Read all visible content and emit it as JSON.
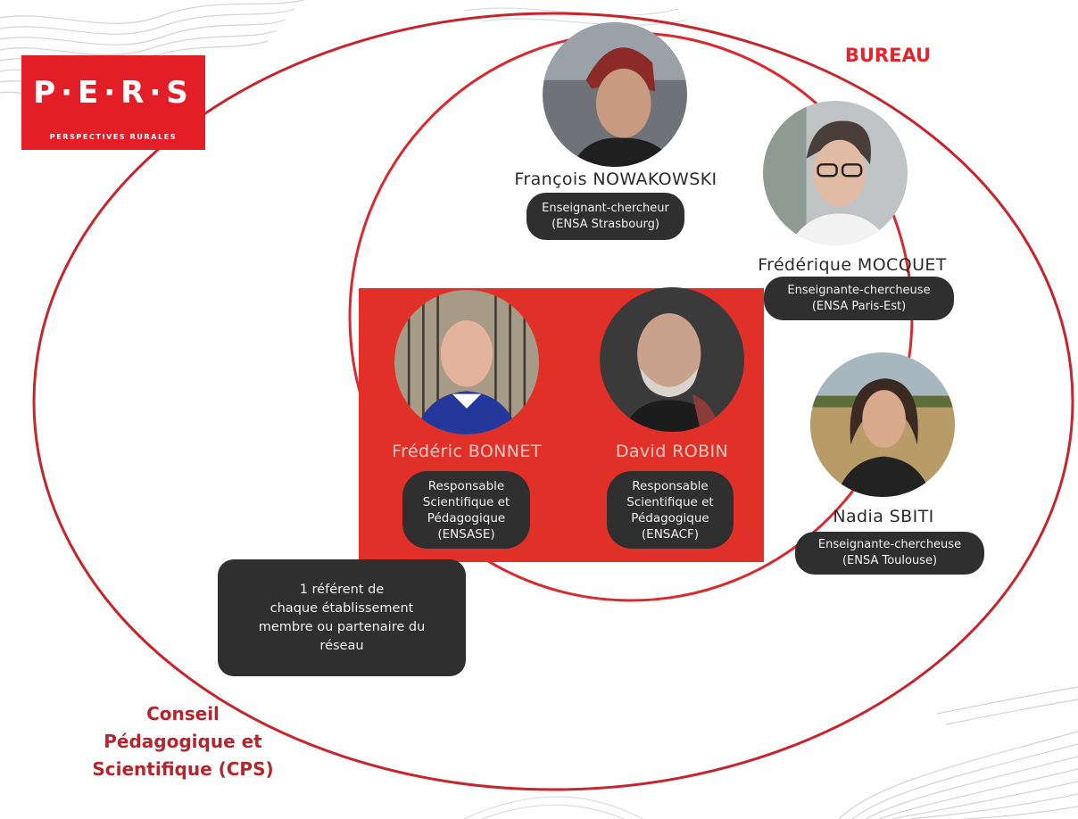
{
  "logo": {
    "letters": "P·E·R·S",
    "subtitle": "PERSPECTIVES RURALES"
  },
  "bureau": {
    "title": "BUREAU"
  },
  "cps": {
    "title_lines": [
      "Conseil",
      "Pédagogique et",
      "Scientifique (CPS)"
    ]
  },
  "people": [
    {
      "name": "François NOWAKOWSKI",
      "role_lines": [
        "Enseignant-chercheur",
        "(ENSA Strasbourg)"
      ]
    },
    {
      "name": "Frédérique MOCQUET",
      "role_lines": [
        "Enseignante-chercheuse",
        "(ENSA Paris-Est)"
      ]
    },
    {
      "name": "Frédéric BONNET",
      "role_lines": [
        "Responsable",
        "Scientifique et",
        "Pédagogique",
        "(ENSASE)"
      ]
    },
    {
      "name": "David ROBIN",
      "role_lines": [
        "Responsable",
        "Scientifique et",
        "Pédagogique",
        "(ENSACF)"
      ]
    },
    {
      "name": "Nadia SBITI",
      "role_lines": [
        "Enseignante-chercheuse",
        "(ENSA Toulouse)"
      ]
    }
  ],
  "referent": {
    "lines": [
      "1 référent de",
      "chaque établissement",
      "membre ou partenaire du",
      "réseau"
    ]
  },
  "colors": {
    "brand_red": "#e41e26",
    "block_red": "#e03028",
    "pill_dark": "#2f2f2f",
    "ellipse_stroke": "#c8242b"
  }
}
